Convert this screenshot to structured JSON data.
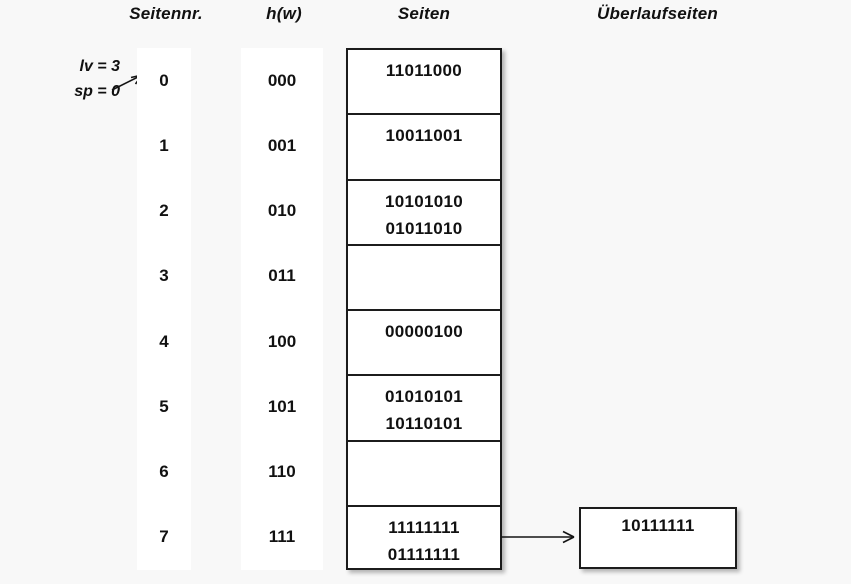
{
  "headers": {
    "seitennr": "Seitennr.",
    "hw": "h(w)",
    "seiten": "Seiten",
    "ueberlaufseiten": "Überlaufseiten"
  },
  "params": {
    "lv": "lv = 3",
    "sp": "sp = 0",
    "arrow_icon": "arrow-right-icon"
  },
  "rows": [
    {
      "seitennr": "0",
      "hw": "000",
      "entries": [
        "11011000"
      ]
    },
    {
      "seitennr": "1",
      "hw": "001",
      "entries": [
        "10011001"
      ]
    },
    {
      "seitennr": "2",
      "hw": "010",
      "entries": [
        "10101010",
        "01011010"
      ]
    },
    {
      "seitennr": "3",
      "hw": "011",
      "entries": []
    },
    {
      "seitennr": "4",
      "hw": "100",
      "entries": [
        "00000100"
      ]
    },
    {
      "seitennr": "5",
      "hw": "101",
      "entries": [
        "01010101",
        "10110101"
      ]
    },
    {
      "seitennr": "6",
      "hw": "110",
      "entries": []
    },
    {
      "seitennr": "7",
      "hw": "111",
      "entries": [
        "11111111",
        "01111111"
      ]
    }
  ],
  "overflow": {
    "entry": "10111111",
    "arrow_icon": "arrow-right-icon",
    "from_row_index": 7
  },
  "colors": {
    "background": "#f8f8f8",
    "page_fill": "#ffffff",
    "stroke": "#1c1c1c",
    "text": "#111111"
  }
}
